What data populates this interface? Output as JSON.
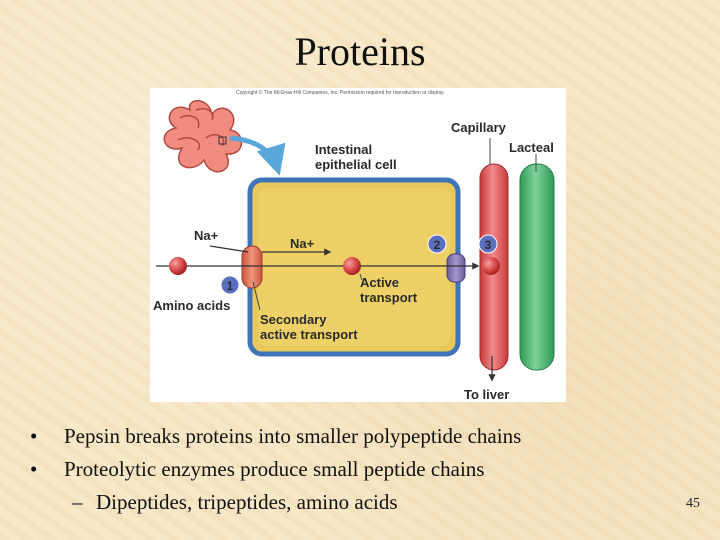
{
  "slide": {
    "title": "Proteins",
    "page_number": "45"
  },
  "figure": {
    "copyright": "Copyright © The McGraw-Hill Companies, Inc. Permission required for reproduction or display.",
    "labels": {
      "intestinal_line1": "Intestinal",
      "intestinal_line2": "epithelial cell",
      "capillary": "Capillary",
      "lacteal": "Lacteal",
      "na_outside": "Na+",
      "na_inside": "Na+",
      "amino_acids": "Amino acids",
      "active_line1": "Active",
      "active_line2": "transport",
      "secondary_line1": "Secondary",
      "secondary_line2": "active transport",
      "to_liver": "To liver",
      "step1": "1",
      "step2": "2",
      "step3": "3"
    }
  },
  "bullets": [
    "Pepsin breaks proteins into smaller polypeptide chains",
    "Proteolytic enzymes produce small peptide chains"
  ],
  "sub_bullets": [
    "Dipeptides, tripeptides, amino acids"
  ],
  "symbols": {
    "bullet": "•",
    "dash": "–"
  }
}
